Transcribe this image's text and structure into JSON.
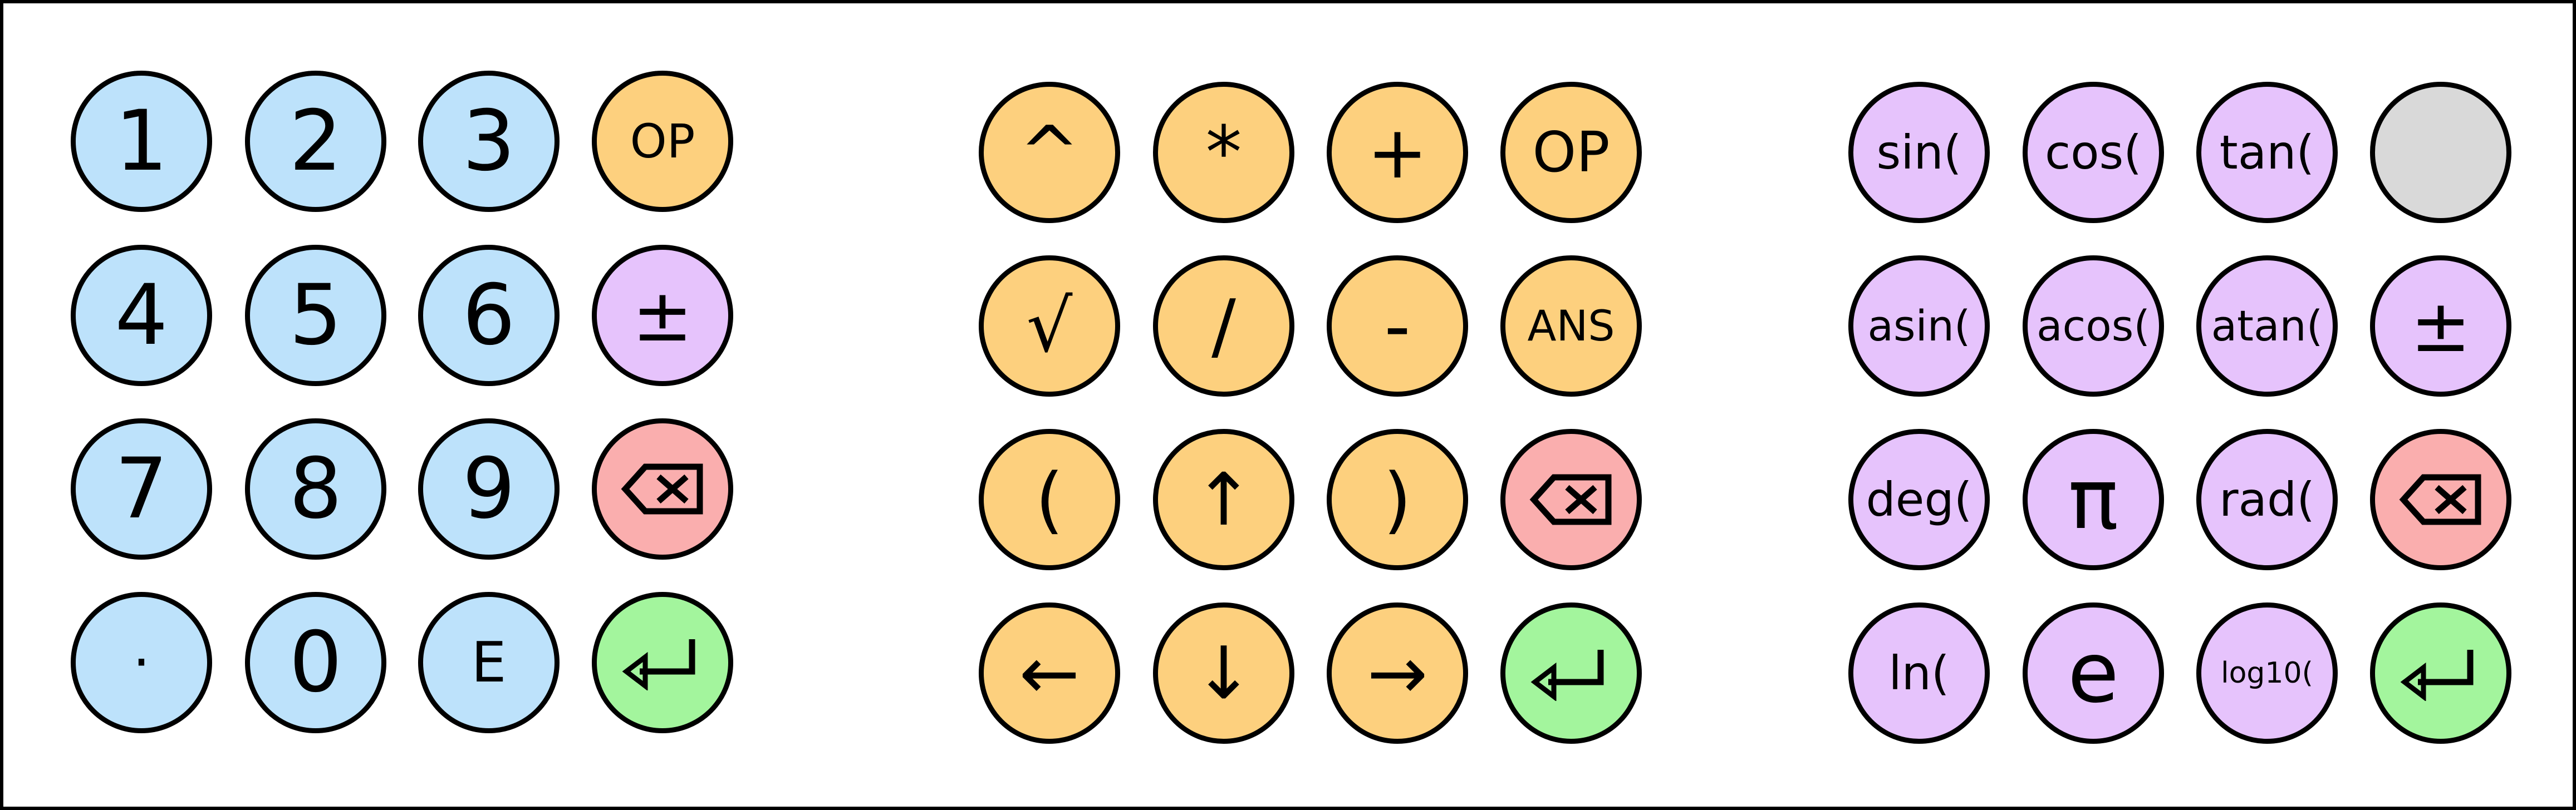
{
  "keypads": {
    "numeric": {
      "keys": [
        "1",
        "2",
        "3",
        "OP",
        "4",
        "5",
        "6",
        "±",
        "7",
        "8",
        "9",
        "⌫",
        "·",
        "0",
        "E",
        "↵"
      ],
      "icons": {
        "backspace": "backspace-icon",
        "enter": "enter-icon"
      }
    },
    "operators": {
      "keys": [
        "^",
        "*",
        "+",
        "OP",
        "√",
        "/",
        "-",
        "ANS",
        "(",
        "↑",
        ")",
        "⌫",
        "←",
        "↓",
        "→",
        "↵"
      ]
    },
    "functions": {
      "keys": [
        "sin(",
        "cos(",
        "tan(",
        "",
        "asin(",
        "acos(",
        "atan(",
        "±",
        "deg(",
        "π",
        "rad(",
        "⌫",
        "ln(",
        "e",
        "log10(",
        "↵"
      ]
    }
  },
  "colors": {
    "digit": "#bde2fb",
    "operator": "#fdd07e",
    "function": "#e6c3fc",
    "backspace": "#faaeae",
    "enter": "#a3f59d",
    "blank": "#d9d9d9",
    "border": "#000000"
  }
}
